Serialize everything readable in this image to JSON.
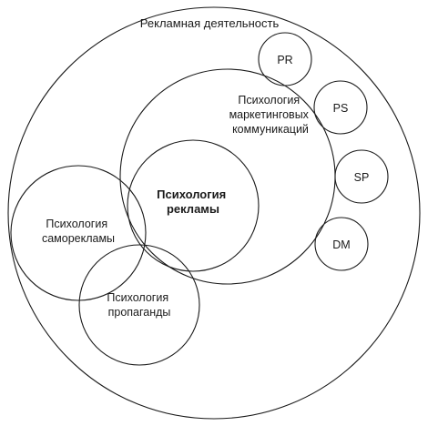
{
  "diagram": {
    "outer_label": "Рекламная деятельность",
    "marketing_label": [
      "Психология",
      "маркетинговых",
      "коммуникаций"
    ],
    "advertising_label": [
      "Психология",
      "рекламы"
    ],
    "self_advertising_label": [
      "Психология",
      "саморекламы"
    ],
    "propaganda_label": [
      "Психология",
      "пропаганды"
    ],
    "pr_label": "PR",
    "ps_label": "PS",
    "sp_label": "SP",
    "dm_label": "DM"
  }
}
